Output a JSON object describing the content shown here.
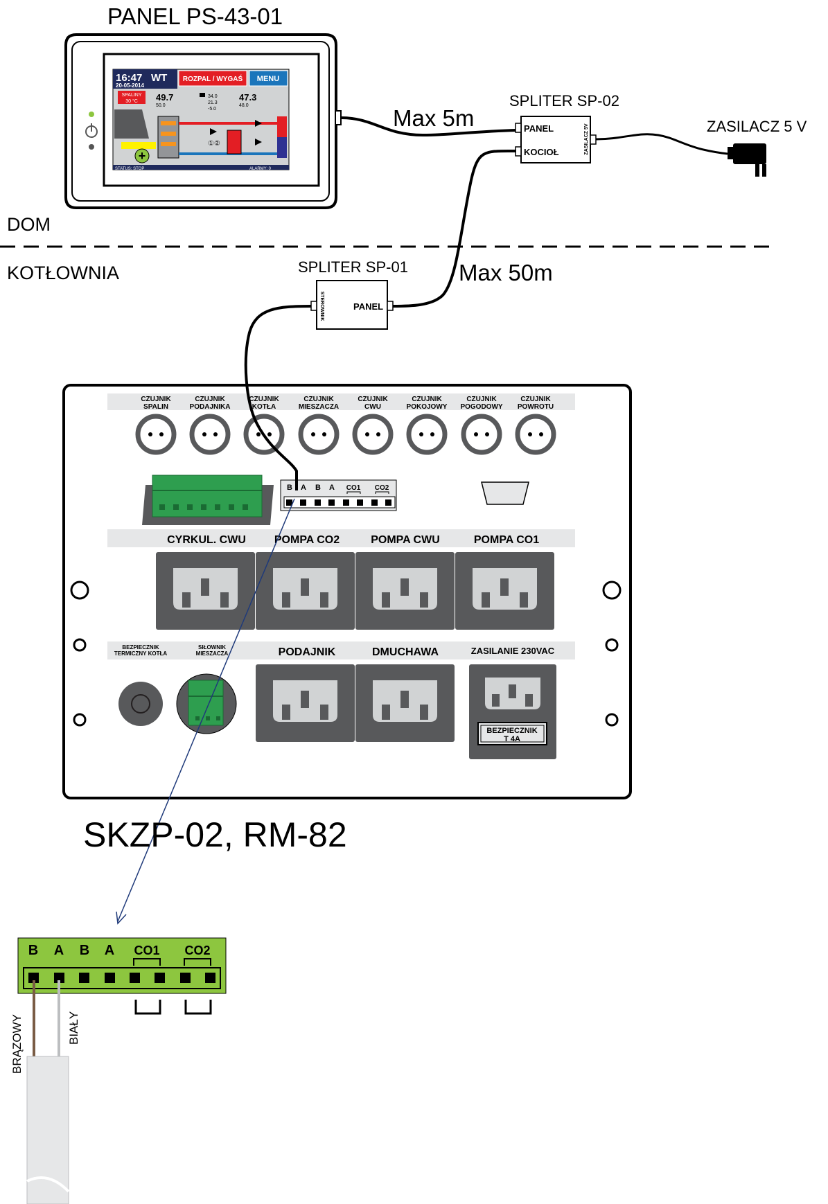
{
  "titles": {
    "panel": "PANEL PS-43-01",
    "splitter2": "SPLITER SP-02",
    "splitter1": "SPLITER SP-01",
    "psu": "ZASILACZ 5 V",
    "dom": "DOM",
    "kotlownia": "KOTŁOWNIA",
    "cable_short": "Max 5m",
    "cable_long": "Max 50m",
    "controller": "SKZP-02, RM-82"
  },
  "screen": {
    "time": "16:47",
    "day": "WT",
    "date": "20-05-2014",
    "btn_fire": "ROZPAL / WYGAŚ",
    "btn_menu": "MENU",
    "spaliny_label": "SPALINY",
    "spaliny_value": "30  °C",
    "t1": "49.7",
    "t1_sub": "50.0",
    "t2": "34.0",
    "t3": "21.3",
    "t4": "-5.0",
    "t5": "47.3",
    "t5_sub": "48.0",
    "pumps": "①②",
    "status": "STATUS: STOP",
    "alarms": "ALARMY: 0"
  },
  "splitter2": {
    "port_panel": "PANEL",
    "port_kociol": "KOCIOŁ",
    "port_psu": "ZASILACZ 5V"
  },
  "splitter1": {
    "port_sterownik": "STEROWNIK",
    "port_panel": "PANEL"
  },
  "sensors": [
    {
      "l1": "CZUJNIK",
      "l2": "SPALIN"
    },
    {
      "l1": "CZUJNIK",
      "l2": "PODAJNIKA"
    },
    {
      "l1": "CZUJNIK",
      "l2": "KOTŁA"
    },
    {
      "l1": "CZUJNIK",
      "l2": "MIESZACZA"
    },
    {
      "l1": "CZUJNIK",
      "l2": "CWU"
    },
    {
      "l1": "CZUJNIK",
      "l2": "POKOJOWY"
    },
    {
      "l1": "CZUJNIK",
      "l2": "POGODOWY"
    },
    {
      "l1": "CZUJNIK",
      "l2": "POWROTU"
    }
  ],
  "terminal_small": {
    "labels": [
      "B",
      "A",
      "B",
      "A",
      "CO1",
      "CO2"
    ]
  },
  "sockets_row1": [
    "CYRKUL. CWU",
    "POMPA CO2",
    "POMPA CWU",
    "POMPA CO1"
  ],
  "row2": {
    "fuse_label_1": "BEZPIECZNIK",
    "fuse_label_2": "TERMICZNY KOTŁA",
    "actuator_label_1": "SIŁOWNIK",
    "actuator_label_2": "MIESZACZA",
    "sockets": [
      "PODAJNIK",
      "DMUCHAWA"
    ],
    "power": "ZASILANIE 230VAC",
    "fuse_box_1": "BEZPIECZNIK",
    "fuse_box_2": "T 4A"
  },
  "terminal_big": {
    "labels": [
      "B",
      "A",
      "B",
      "A",
      "CO1",
      "CO2"
    ],
    "wire_brown": "BRĄZOWY",
    "wire_white": "BIAŁY"
  },
  "colors": {
    "terminal_green": "#8dc63f",
    "connector_green": "#2e9e4f",
    "socket_gray": "#58595b",
    "label_band": "#e6e7e8",
    "arrow_blue": "#1f3a7a",
    "screen_red": "#e31e24",
    "screen_blue": "#1b75bb"
  }
}
